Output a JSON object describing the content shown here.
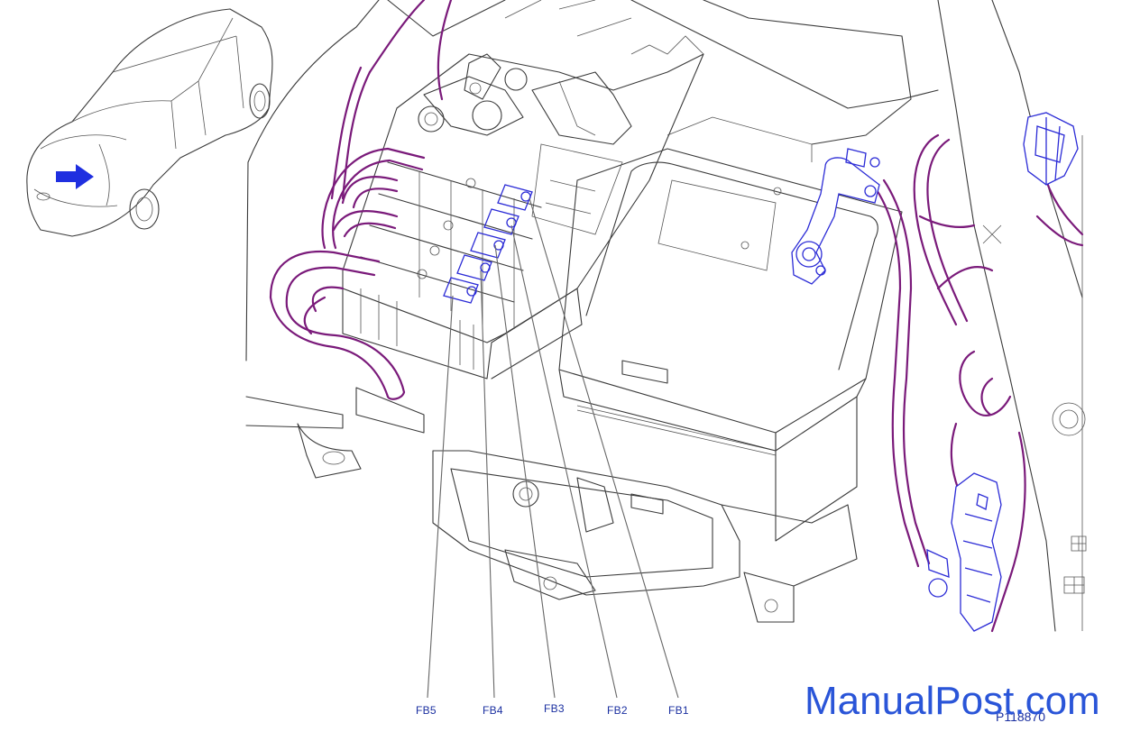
{
  "callouts": {
    "fb5": "FB5",
    "fb4": "FB4",
    "fb3": "FB3",
    "fb2": "FB2",
    "fb1": "FB1"
  },
  "figure_code": "P118870",
  "watermark": "ManualPost.com",
  "colors": {
    "harness": "#7a1a7a",
    "terminal": "#2b2bd6",
    "locator_arrow": "#1f2fe0",
    "label": "#1a2fa0",
    "watermark": "#2a55d8"
  },
  "icons": [
    "car-locator-icon",
    "direction-arrow-icon"
  ]
}
